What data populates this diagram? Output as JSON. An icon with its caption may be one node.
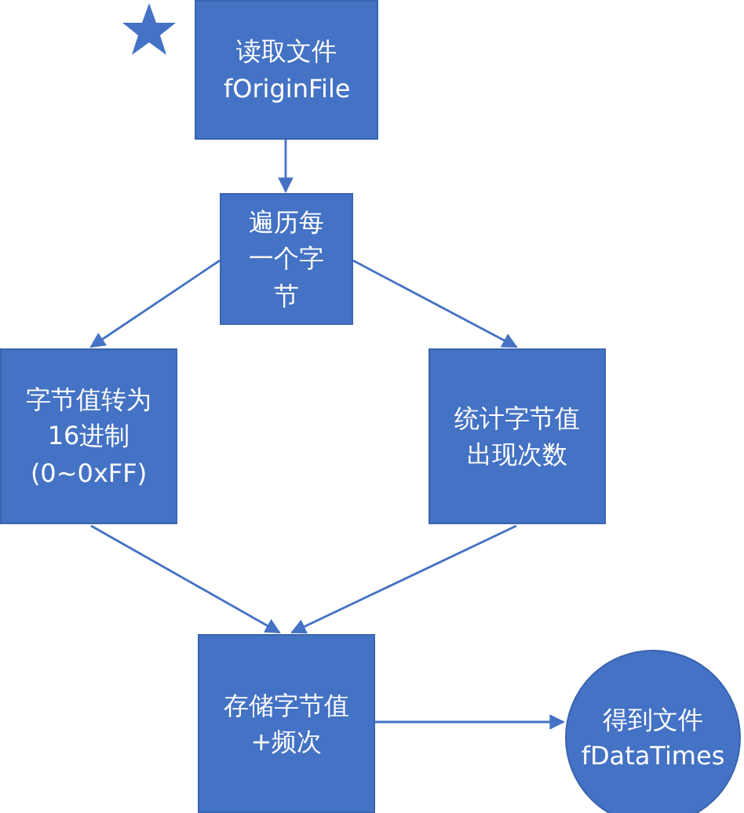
{
  "diagram": {
    "nodes": [
      {
        "text": [
          "读取文件 fOriginFile"
        ]
      },
      {
        "text": [
          "遍历每一个字节"
        ]
      },
      {
        "text": [
          "字节值转为16进制 (0~0xFF)"
        ]
      },
      {
        "text": [
          "统计字节值出现次数"
        ]
      },
      {
        "text": [
          "存储字节值+频次"
        ]
      },
      {
        "text": [
          "得到文件 fDataTimes"
        ]
      }
    ],
    "edges": [
      {
        "from": 0,
        "to": 1,
        "arrow": "to"
      },
      {
        "from": 1,
        "to": 2,
        "arrow": "to"
      },
      {
        "from": 1,
        "to": 3,
        "arrow": "to"
      },
      {
        "from": 2,
        "to": 4,
        "arrow": "to"
      },
      {
        "from": 3,
        "to": 4,
        "arrow": "to"
      },
      {
        "from": 4,
        "to": 5,
        "arrow": "to"
      }
    ]
  }
}
